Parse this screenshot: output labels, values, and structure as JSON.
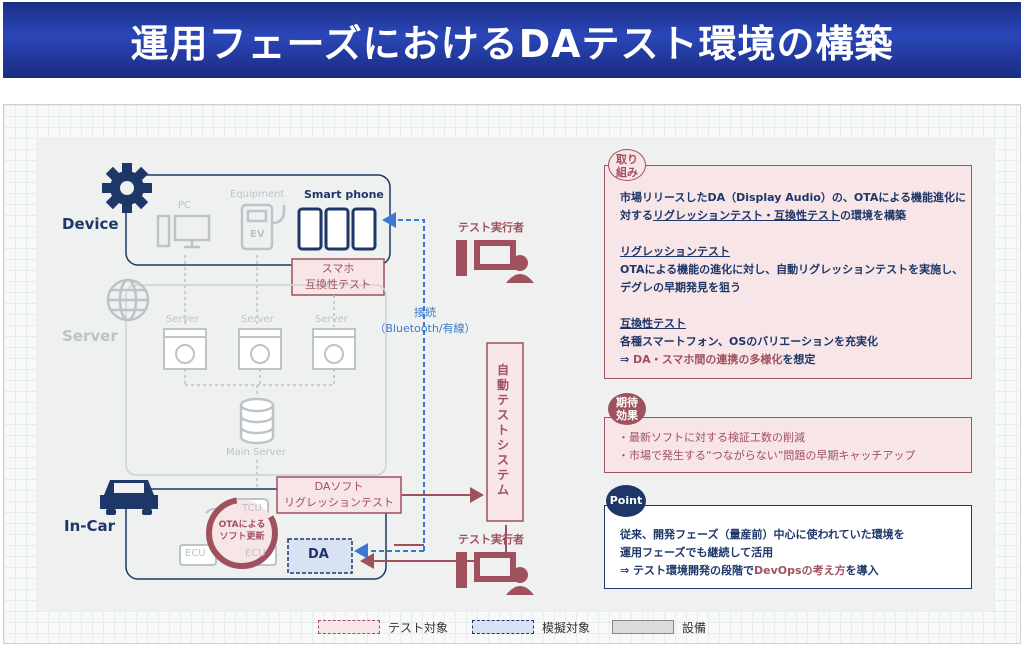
{
  "title": "運用フェーズにおけるDAテスト環境の構築",
  "device": {
    "label": "Device",
    "pc_label": "PC",
    "equipment_label": "Equipment",
    "ev_label": "EV",
    "smartphone_label": "Smart phone",
    "compat_test_lines": [
      "スマホ",
      "互換性テスト"
    ]
  },
  "server": {
    "label": "Server",
    "server_labels": [
      "Server",
      "Server",
      "Server"
    ],
    "main_server_label": "Main Server"
  },
  "incar": {
    "label": "In-Car",
    "da_test_lines": [
      "DAソフト",
      "リグレッションテスト"
    ],
    "tcu_label": "TCU",
    "ota_lines": [
      "OTAによる",
      "ソフト更新"
    ],
    "ecu_labels": [
      "ECU",
      "ECU"
    ],
    "da_label": "DA"
  },
  "connection_lines": [
    "接続",
    "（Bluetooth/有線）"
  ],
  "testers": [
    "テスト実行者",
    "テスト実行者"
  ],
  "auto_test_system": "自動テストシステム",
  "effort": {
    "tag_lines": [
      "取り",
      "組み"
    ],
    "intro_l1": "市場リリースしたDA（Display Audio）の、OTAによる機能進化に",
    "intro_l2_prefix": "対する",
    "intro_l2_emph": "リグレッションテスト・互換性テスト",
    "intro_l2_suffix": "の環境を構築",
    "regression_heading": "リグレッションテスト",
    "regression_l1": "OTAによる機能の進化に対し、自動リグレッションテストを実施し、",
    "regression_l2": "デグレの早期発見を狙う",
    "compat_heading": "互換性テスト",
    "compat_l1": "各種スマートフォン、OSのバリエーションを充実化",
    "compat_l2_prefix": "⇒ ",
    "compat_l2_emph": "DA・スマホ間の連携の多様化",
    "compat_l2_suffix": "を想定"
  },
  "expected": {
    "tag_lines": [
      "期待",
      "効果"
    ],
    "items": [
      "・最新ソフトに対する検証工数の削減",
      "・市場で発生する“つながらない”問題の早期キャッチアップ"
    ]
  },
  "point": {
    "tag": "Point",
    "l1": "従来、開発フェーズ（量産前）中心に使われていた環境を",
    "l2": "運用フェーズでも継続して活用",
    "l3_prefix": "⇒ テスト環境開発の段階で",
    "l3_emph": "DevOpsの考え方",
    "l3_suffix": "を導入"
  },
  "legend": {
    "test_target": "テスト対象",
    "simulated_target": "模擬対象",
    "equipment": "設備"
  },
  "colors": {
    "navy": "#1e3769",
    "rose": "#a0515e",
    "rose_fill": "#f7e5e7",
    "grey": "#bcc3c9",
    "banner": "#2a46b8"
  }
}
